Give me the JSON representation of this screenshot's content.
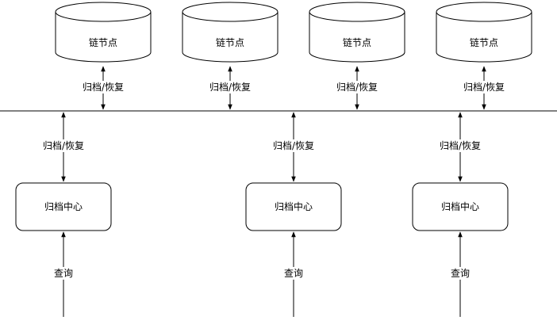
{
  "chain_nodes": [
    {
      "label": "链节点",
      "link_label": "归档/恢复"
    },
    {
      "label": "链节点",
      "link_label": "归档/恢复"
    },
    {
      "label": "链节点",
      "link_label": "归档/恢复"
    },
    {
      "label": "链节点",
      "link_label": "归档/恢复"
    }
  ],
  "archive_centers": [
    {
      "label": "归档中心",
      "link_label": "归档/恢复",
      "query_label": "查询"
    },
    {
      "label": "归档中心",
      "link_label": "归档/恢复",
      "query_label": "查询"
    },
    {
      "label": "归档中心",
      "link_label": "归档/恢复",
      "query_label": "查询"
    }
  ],
  "colors": {
    "stroke": "#000000",
    "fill": "#ffffff"
  }
}
